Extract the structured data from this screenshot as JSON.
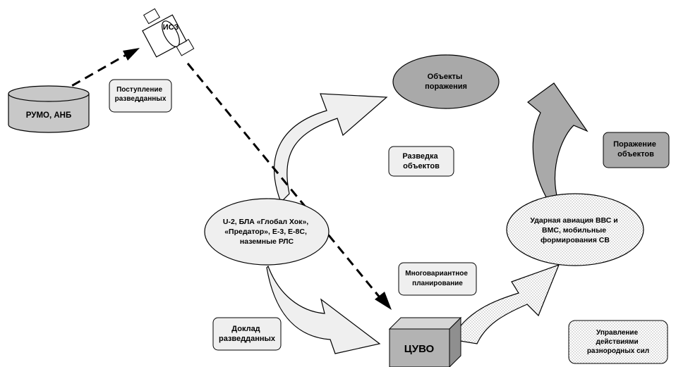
{
  "nodes": {
    "satellite": "ИСЗ",
    "agencies": "РУМО, АНБ",
    "targets": [
      "Объекты",
      "поражения"
    ],
    "platforms": [
      "U-2, БЛА «Глобал Хок»,",
      "«Предатор», Е-3, Е-8С,",
      "наземные РЛС"
    ],
    "strike": [
      "Ударная авиация ВВС и",
      "ВМС, мобильные",
      "формирования СВ"
    ],
    "center": "ЦУВО"
  },
  "labels": {
    "intel_inflow": [
      "Поступление",
      "разведданных"
    ],
    "recon": [
      "Разведка",
      "объектов"
    ],
    "engagement": [
      "Поражение",
      "объектов"
    ],
    "planning": [
      "Многовариантное",
      "планирование"
    ],
    "report": [
      "Доклад",
      "разведданных"
    ],
    "control": [
      "Управление",
      "действиями",
      "разнородных сил"
    ]
  },
  "colors": {
    "light_fill": "#efefef",
    "mid_fill": "#c8c8c8",
    "dark_fill": "#a9a9a9",
    "dot_fill": "#9a9a9a",
    "stroke": "#000000"
  }
}
